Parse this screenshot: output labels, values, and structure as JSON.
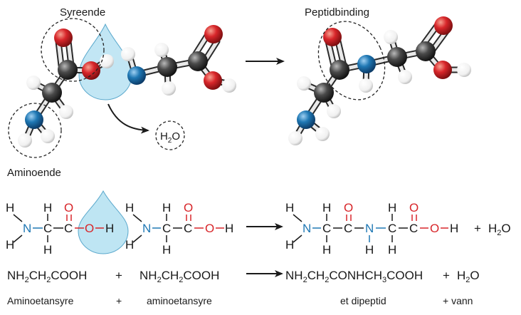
{
  "labels": {
    "acid_end": "Syreende",
    "amino_end": "Aminoende",
    "peptide_bond": "Peptidbinding",
    "water_circle": "H2O"
  },
  "atoms": {
    "H": "H",
    "N": "N",
    "C": "C",
    "O": "O"
  },
  "plus": "+",
  "water": "H2O",
  "equation": {
    "reactant1": "NH2CH2COOH",
    "reactant2": "NH2CH2COOH",
    "product": "NH2CH2CONHCH3COOH",
    "product2": "H2O"
  },
  "names": {
    "reactant1": "Aminoetansyre",
    "reactant2": "aminoetansyre",
    "product": "et dipeptid",
    "product2": "+ vann"
  },
  "colors": {
    "oxygen": "#d8262a",
    "nitrogen": "#1f78b4",
    "carbon": "#3a3a3a",
    "hydrogen": "#ffffff",
    "water_drop": "#a8dcef"
  }
}
